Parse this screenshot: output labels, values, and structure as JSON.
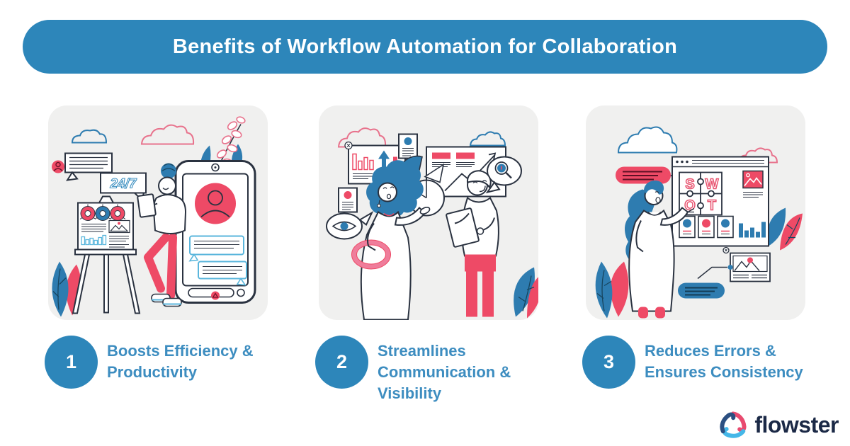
{
  "header": {
    "title": "Benefits of Workflow Automation for Collaboration"
  },
  "cards": [
    {
      "illustration": "person-with-dashboard-easel-and-phone-chat",
      "sign_text": "24/7"
    },
    {
      "illustration": "two-people-discussing-charts-and-pie"
    },
    {
      "illustration": "woman-presenting-swot-puzzle-browser",
      "puzzle_letters": [
        "S",
        "W",
        "O",
        "T"
      ]
    }
  ],
  "benefits": [
    {
      "number": "1",
      "label": "Boosts Efficiency & Productivity"
    },
    {
      "number": "2",
      "label": "Streamlines Communication & Visibility"
    },
    {
      "number": "3",
      "label": "Reduces Errors & Ensures Consistency"
    }
  ],
  "logo": {
    "text": "flowster"
  },
  "colors": {
    "header_bg": "#2d86ba",
    "label_text": "#3d8dc0",
    "card_bg": "#f0f0ef",
    "outline": "#2a3240",
    "accent_red": "#ee4a66",
    "accent_pink": "#e8728c",
    "accent_blue": "#2e7cb0",
    "light_blue": "#5ab6dc",
    "logo_navy": "#1b2946",
    "logo_pink": "#e84a6f",
    "logo_dark_blue": "#2b4f81",
    "logo_light_blue": "#45b7e8"
  }
}
